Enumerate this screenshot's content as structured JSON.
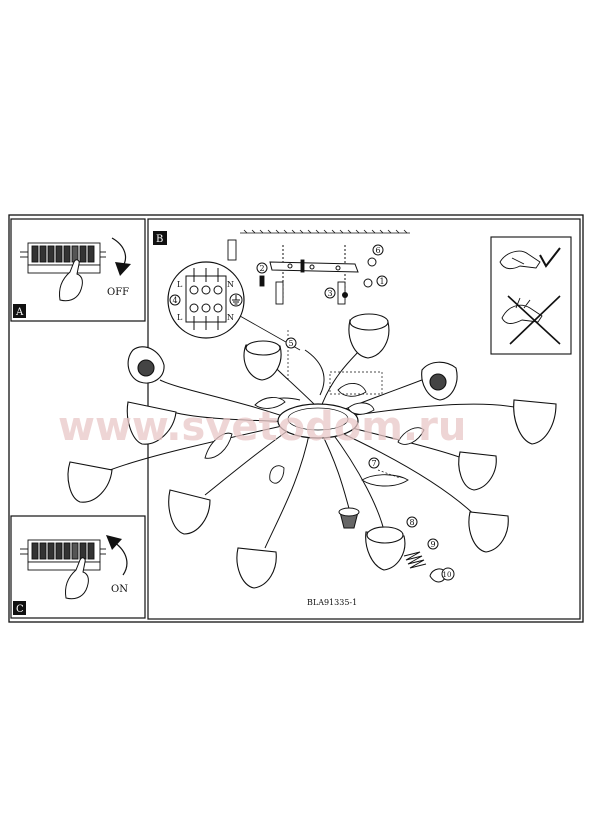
{
  "document": {
    "model_code": "BLA91335-1",
    "watermark": "www.svetodom.ru"
  },
  "panels": {
    "a": {
      "letter": "A",
      "state_label": "OFF"
    },
    "b": {
      "letter": "B"
    },
    "c": {
      "letter": "C",
      "state_label": "ON"
    }
  },
  "terminal_block": {
    "labels": [
      "L",
      "N",
      "L",
      "N"
    ]
  },
  "callouts": [
    "1",
    "2",
    "3",
    "4",
    "5",
    "6",
    "7",
    "8",
    "9",
    "10"
  ],
  "icons": {
    "breaker": "circuit-breaker-icon",
    "hand": "hand-icon",
    "earth": "earth-ground-icon",
    "glove_ok": "gloved-hand-icon",
    "bare_no": "bare-hand-crossed-icon"
  }
}
